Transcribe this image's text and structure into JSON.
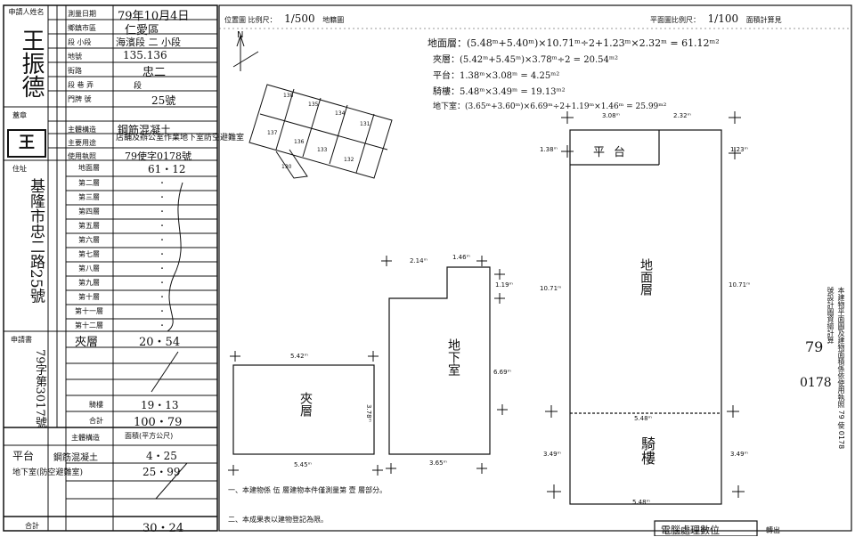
{
  "header": {
    "applicant_label": "申請人姓名",
    "applicant_name": "王振德",
    "survey_date_label": "測量日期",
    "survey_date": "79年10月4日",
    "district_label": "鄉鎮市區",
    "district": "仁愛區",
    "section_label": "段 小段",
    "section": "海濱段 二 小段",
    "lot_label": "地號",
    "lot": "135.136",
    "street_label": "街路",
    "street": "忠二",
    "lane_label": "段 巷 弄",
    "lane": "段",
    "number_label": "門牌 號",
    "number": "25號"
  },
  "left_table": {
    "seal_label": "蓋章",
    "seal_value": "王",
    "material_label": "主體構造",
    "material": "鋼筋混凝土",
    "use_label": "主要用途",
    "use": "店舖及辦公室作業地下室防空避難室",
    "permit_label": "使用執照",
    "permit": "79使字0178號",
    "address_label": "住址",
    "address": "基隆市忠二路25號",
    "applicant_no_label": "申請書",
    "applicant_no": "79字第3017號",
    "floors": [
      {
        "name": "地面層",
        "area": "61・12"
      },
      {
        "name": "第二層",
        "area": "・"
      },
      {
        "name": "第三層",
        "area": "・"
      },
      {
        "name": "第四層",
        "area": "・"
      },
      {
        "name": "第五層",
        "area": "・"
      },
      {
        "name": "第六層",
        "area": "・"
      },
      {
        "name": "第七層",
        "area": "・"
      },
      {
        "name": "第八層",
        "area": "・"
      },
      {
        "name": "第九層",
        "area": "・"
      },
      {
        "name": "第十層",
        "area": "・"
      },
      {
        "name": "第十一層",
        "area": "・"
      },
      {
        "name": "第十二層",
        "area": "・"
      },
      {
        "name": "夾層",
        "area": "20・54"
      }
    ],
    "arcade_label": "騎樓",
    "arcade_area": "19・13",
    "total_label": "合計",
    "total_area": "100・79",
    "aux_header": "主體構造",
    "aux_area_header": "面積(平方公尺)",
    "aux_rows": [
      {
        "use": "平台",
        "material": "鋼筋混凝土",
        "area": "4・25"
      },
      {
        "use": "地下室(防空避難室)",
        "material": "",
        "area": "25・99"
      }
    ],
    "aux_total": "30・24"
  },
  "plan": {
    "location_label": "位置圖 比例尺：",
    "location_scale": "1/500",
    "location_suffix": "地籍圖",
    "plan_label": "平面圖比例尺：",
    "plan_scale": "1/100",
    "plan_suffix": "面積計算見",
    "calc": [
      "地面層：(5.48ᵐ+5.40ᵐ)×10.71ᵐ÷2+1.23ᵐ×2.32ᵐ = 61.12ᵐ²",
      "夾層：(5.42ᵐ+5.45ᵐ)×3.78ᵐ÷2 = 20.54ᵐ²",
      "平台：1.38ᵐ×3.08ᵐ = 4.25ᵐ²",
      "騎樓：5.48ᵐ×3.49ᵐ = 19.13ᵐ²",
      "地下室：(3.65ᵐ+3.60ᵐ)×6.69ᵐ÷2+1.19ᵐ×1.46ᵐ = 25.99ᵐ²"
    ],
    "lots": [
      "138",
      "135",
      "134",
      "131",
      "137",
      "136",
      "133",
      "132",
      "130"
    ],
    "north": "N",
    "room_platform": "平台",
    "room_ground": "地面層",
    "room_arcade": "騎樓",
    "room_mezz": "夾層",
    "room_basement": "地下室",
    "dim_308": "3.08ᵐ",
    "dim_232": "2.32ᵐ",
    "dim_138": "1.38ᵐ",
    "dim_123": "1.23ᵐ",
    "dim_1071a": "10.71ᵐ",
    "dim_1071b": "10.71ᵐ",
    "dim_548a": "5.48ᵐ",
    "dim_548b": "5.48ᵐ",
    "dim_349a": "3.49ᵐ",
    "dim_349b": "3.49ᵐ",
    "dim_214": "2.14ᵐ",
    "dim_146": "1.46ᵐ",
    "dim_119": "1.19ᵐ",
    "dim_669": "6.69ᵐ",
    "dim_365": "3.65ᵐ",
    "dim_542": "5.42ᵐ",
    "dim_545": "5.45ᵐ",
    "dim_378": "3.78ᵐ",
    "note1": "一、本建物係 伍 層建物本件僅測量第 壹 層部分。",
    "note2": "二、本成果表以建物登記為限。",
    "side_note": "本建物平面圖及建物面積係依使用執照 79 使 0178 號設計圖資繪計算",
    "side_num1": "79",
    "side_num2": "0178",
    "stamp": "電腦處理數位",
    "stamp_tail": "轉出"
  }
}
